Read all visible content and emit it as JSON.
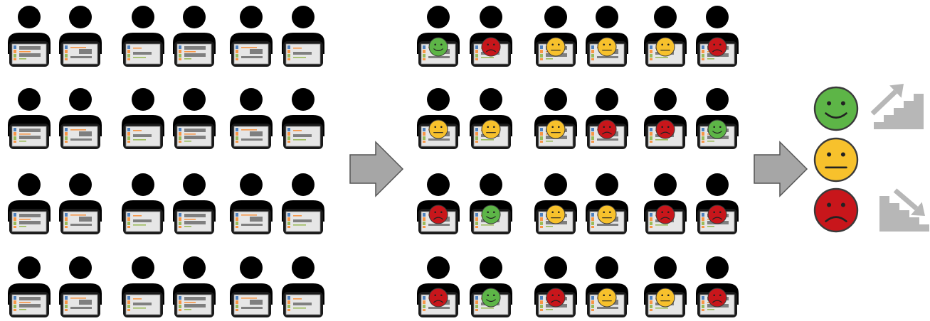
{
  "colors": {
    "person": "#000000",
    "screen_bg": "#e6e6e6",
    "screen_border": "#8a8a8a",
    "happy": "#5db547",
    "neutral": "#f7c12c",
    "sad": "#c8161b",
    "face_stroke": "#3a3a3a",
    "arrow_fill": "#a6a6a6",
    "arrow_stroke": "#555555",
    "stairs": "#b7b7b7",
    "bar_blue": "#4f81bd",
    "bar_orange": "#f79646",
    "bar_green": "#9bbb59",
    "bar_gray": "#7f7f7f"
  },
  "left_panel": {
    "rows": 4,
    "columns": 6,
    "figure": "person-with-tablet"
  },
  "middle_panel": {
    "rows": 4,
    "columns": 6,
    "figure": "person-with-tablet-and-mood",
    "moods": [
      [
        "happy",
        "sad",
        "neutral",
        "neutral",
        "neutral",
        "sad"
      ],
      [
        "neutral",
        "neutral",
        "neutral",
        "sad",
        "sad",
        "happy"
      ],
      [
        "sad",
        "happy",
        "neutral",
        "neutral",
        "sad",
        "sad"
      ],
      [
        "sad",
        "happy",
        "sad",
        "neutral",
        "neutral",
        "sad"
      ]
    ]
  },
  "arrows": [
    "arrow-right-icon",
    "arrow-right-icon"
  ],
  "summary": [
    {
      "mood": "happy",
      "trend": "stairs-up-icon"
    },
    {
      "mood": "neutral",
      "trend": "none"
    },
    {
      "mood": "sad",
      "trend": "stairs-down-icon"
    }
  ]
}
